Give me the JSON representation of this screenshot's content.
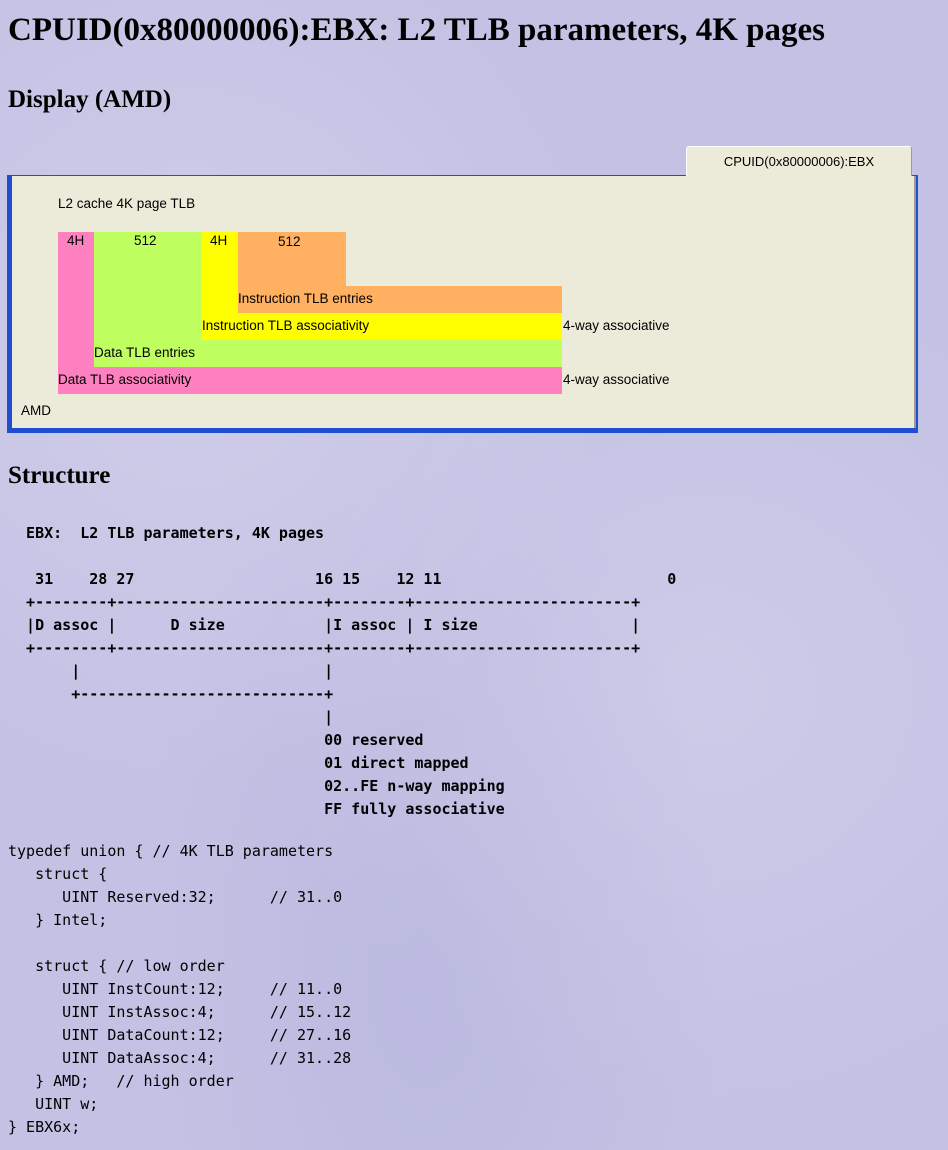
{
  "title": "CPUID(0x80000006):EBX: L2 TLB parameters, 4K pages",
  "display_heading": "Display (AMD)",
  "panel": {
    "tab_label": "CPUID(0x80000006):EBX",
    "group_title": "L2 cache 4K page TLB",
    "d_assoc_value": "4H",
    "d_size_value": "512",
    "i_assoc_value": "4H",
    "i_size_value": "512",
    "rows": [
      {
        "label": "Instruction TLB entries",
        "value": "",
        "color": "#ffb060"
      },
      {
        "label": "Instruction TLB associativity",
        "value": "4-way associative",
        "color": "#ffff00"
      },
      {
        "label": "Data TLB entries",
        "value": "",
        "color": "#bfff60"
      },
      {
        "label": "Data TLB associativity",
        "value": "4-way associative",
        "color": "#ff80c0"
      }
    ],
    "footer_label": "AMD"
  },
  "structure_heading": "Structure",
  "structure_diagram": "  EBX:  L2 TLB parameters, 4K pages\n\n   31    28 27                    16 15    12 11                         0\n  +--------+-----------------------+--------+------------------------+\n  |D assoc |      D size           |I assoc | I size                 |\n  +--------+-----------------------+--------+------------------------+\n       |                           |\n       +---------------------------+\n                                   |\n                                   00 reserved\n                                   01 direct mapped\n                                   02..FE n-way mapping\n                                   FF fully associative",
  "code": "typedef union { // 4K TLB parameters\n   struct {\n      UINT Reserved:32;      // 31..0\n   } Intel;\n\n   struct { // low order\n      UINT InstCount:12;     // 11..0\n      UINT InstAssoc:4;      // 15..12\n      UINT DataCount:12;     // 27..16\n      UINT DataAssoc:4;      // 31..28\n   } AMD;   // high order\n   UINT w;\n} EBX6x;"
}
